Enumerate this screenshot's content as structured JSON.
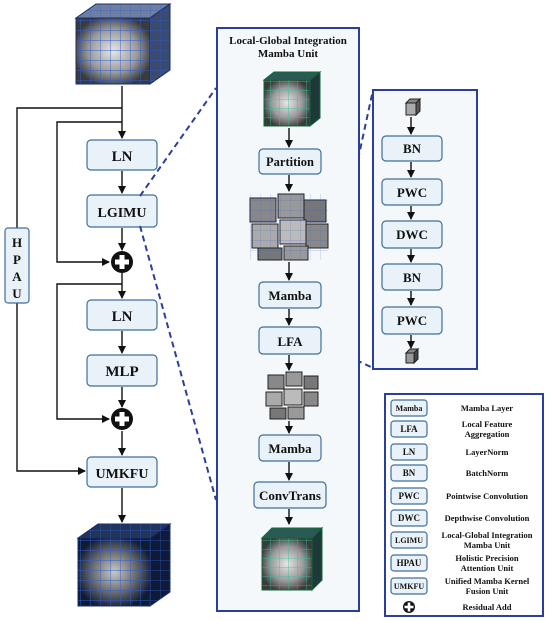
{
  "left_branch": {
    "blocks": [
      "LN",
      "LGIMU",
      "LN",
      "MLP",
      "UMKFU"
    ],
    "side_label": [
      "H",
      "P",
      "A",
      "U"
    ]
  },
  "lgimu_panel": {
    "title_line1": "Local-Global Integration",
    "title_line2": "Mamba Unit",
    "steps": [
      "Partition",
      "Mamba",
      "LFA",
      "Mamba",
      "ConvTrans"
    ]
  },
  "lfa_panel": {
    "steps": [
      "BN",
      "PWC",
      "DWC",
      "BN",
      "PWC"
    ]
  },
  "legend": [
    {
      "abbr": "Mamba",
      "desc": [
        "Mamba Layer"
      ]
    },
    {
      "abbr": "LFA",
      "desc": [
        "Local Feature",
        "Aggregation"
      ]
    },
    {
      "abbr": "LN",
      "desc": [
        "LayerNorm"
      ]
    },
    {
      "abbr": "BN",
      "desc": [
        "BatchNorm"
      ]
    },
    {
      "abbr": "PWC",
      "desc": [
        "Pointwise Convolution"
      ]
    },
    {
      "abbr": "DWC",
      "desc": [
        "Depthwise Convolution"
      ]
    },
    {
      "abbr": "LGIMU",
      "desc": [
        "Local-Global Integration",
        "Mamba Unit"
      ]
    },
    {
      "abbr": "HPAU",
      "desc": [
        "Holistic Precision",
        "Attention Unit"
      ]
    },
    {
      "abbr": "UMKFU",
      "desc": [
        "Unified Mamba Kernel",
        "Fusion Unit"
      ]
    },
    {
      "abbr": "",
      "desc": [
        "Residual Add"
      ],
      "symbol": "residual-add"
    }
  ]
}
